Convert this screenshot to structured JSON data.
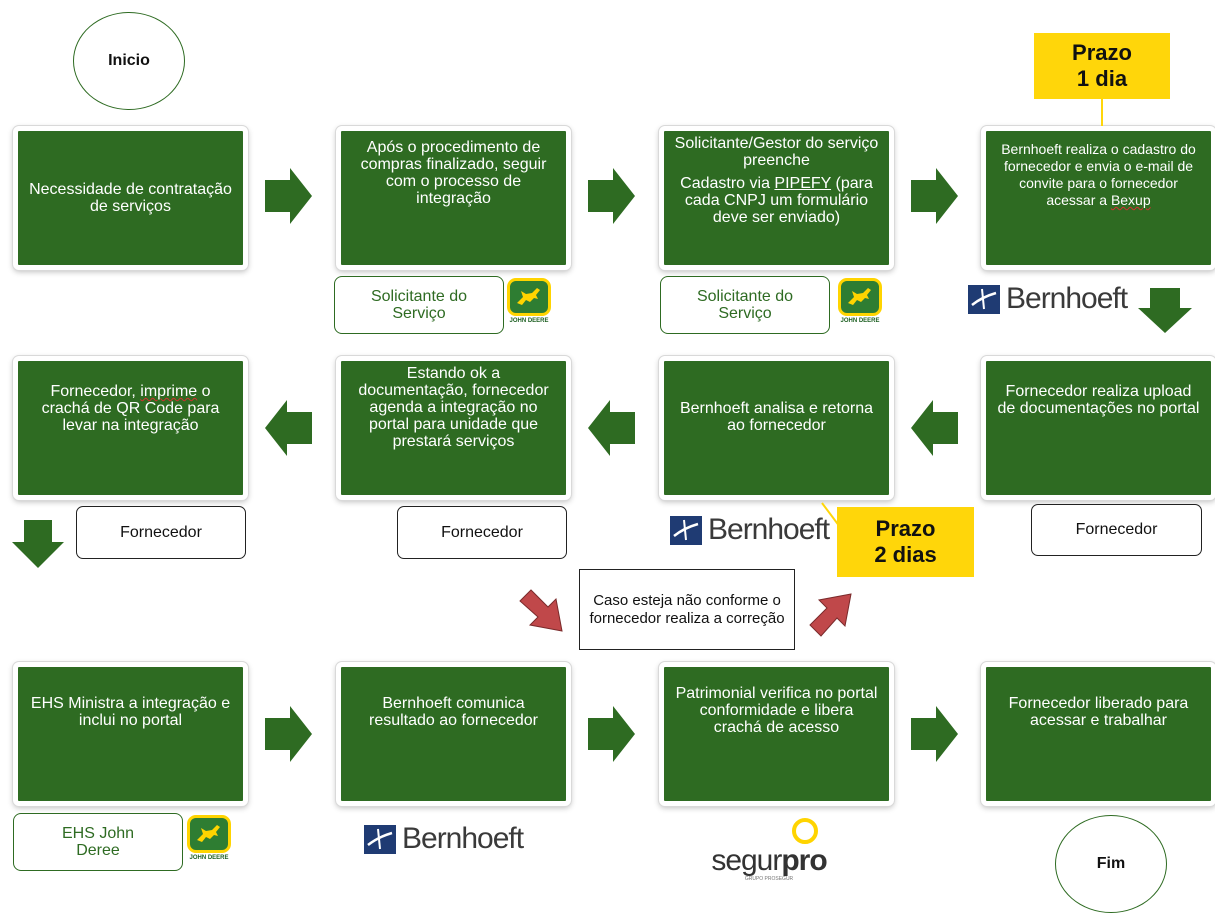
{
  "start": "Inicio",
  "end": "Fim",
  "nodes": {
    "n1": "Necessidade de contratação de serviços",
    "n2": "Após o procedimento de compras finalizado, seguir com o processo de integração",
    "n3_line1": "Solicitante/Gestor do serviço preenche",
    "n3_line2_pre": "Cadastro via ",
    "n3_line2_link": "PIPEFY",
    "n3_line2_post": " (para cada CNPJ um formulário deve ser enviado)",
    "n4_pre": "Bernhoeft realiza o cadastro do fornecedor e envia o e-mail de convite para o fornecedor acessar a ",
    "n4_link": "Bexup",
    "n5": "Fornecedor realiza upload de documentações no portal",
    "n6": "Bernhoeft analisa e retorna ao fornecedor",
    "n7": "Estando ok a documentação, fornecedor agenda a integração no portal para unidade que prestará serviços",
    "n8_pre": "Fornecedor, ",
    "n8_mark": "imprime",
    "n8_post": " o crachá de QR Code para levar na integração",
    "n9": "EHS Ministra a integração e inclui no portal",
    "n10": "Bernhoeft comunica resultado ao fornecedor",
    "n11": "Patrimonial verifica no portal conformidade e libera crachá de acesso",
    "n12": "Fornecedor liberado para acessar e trabalhar"
  },
  "roles": {
    "solicitante": "Solicitante do Serviço",
    "fornecedor": "Fornecedor",
    "ehs": "EHS John Deree"
  },
  "prazo": {
    "p1_line1": "Prazo",
    "p1_line2": "1 dia",
    "p2_line1": "Prazo",
    "p2_line2": "2 dias"
  },
  "note": "Caso esteja não conforme o fornecedor realiza a correção",
  "logos": {
    "bernhoeft": "Bernhoeft",
    "john_deere": "JOHN DEERE",
    "segurpro_a": "segur",
    "segurpro_b": "pro",
    "segurpro_sub": "GRUPO PROSEGUR"
  },
  "colors": {
    "node_green": "#2e6b22",
    "arrow_green": "#2e6b22",
    "prazo_yellow": "#ffd60a",
    "red_arrow": "#c0484a",
    "bernhoeft_blue": "#1f3b73"
  }
}
